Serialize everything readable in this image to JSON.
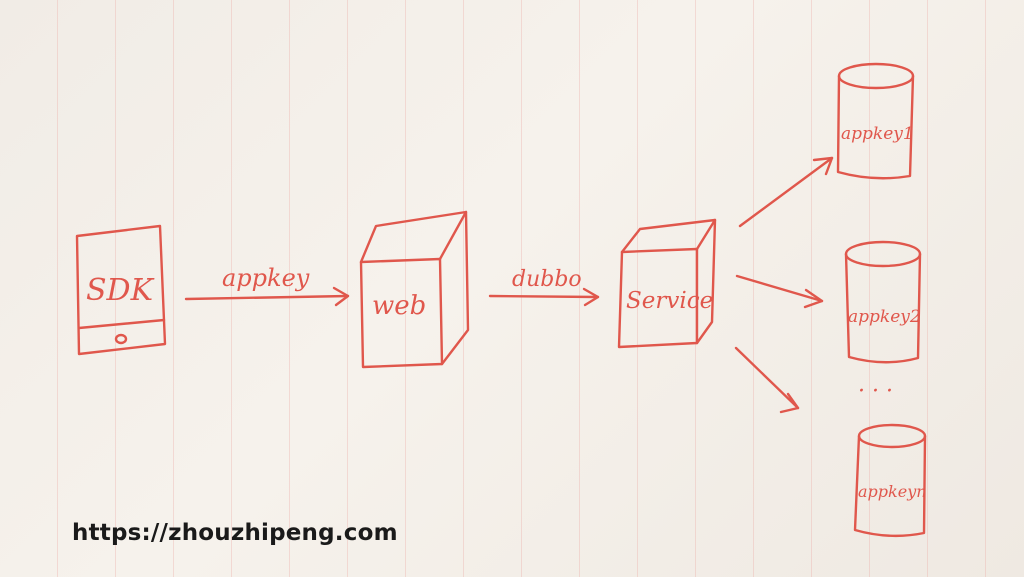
{
  "diagram": {
    "sdk_label": "SDK",
    "arrow1_label": "appkey",
    "web_label": "web",
    "arrow2_label": "dubbo",
    "service_label": "Service",
    "db1_label": "appkey1",
    "db2_label": "appkey2",
    "ellipsis": "· · ·",
    "dbn_label": "appkeyn"
  },
  "watermark": {
    "text": "https://zhouzhipeng.com"
  },
  "colors": {
    "ink": "#e0574c",
    "paper": "#f3eee8",
    "watermark": "#1a1a1a"
  }
}
